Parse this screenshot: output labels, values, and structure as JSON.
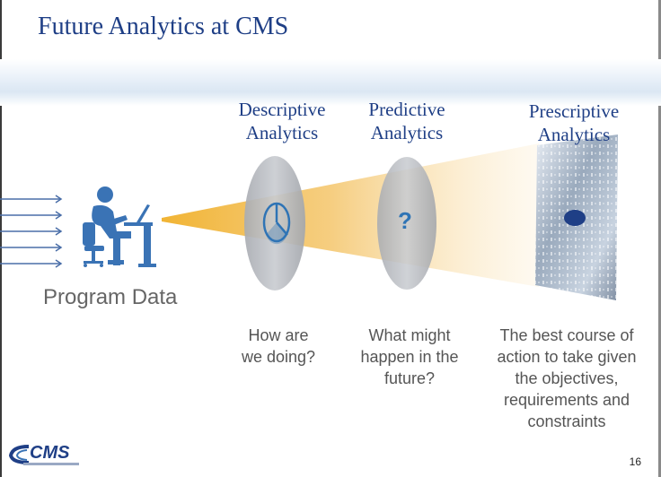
{
  "slide": {
    "title": "Future Analytics at CMS",
    "page_number": "16"
  },
  "stages": [
    {
      "heading_line1": "Descriptive",
      "heading_line2": "Analytics",
      "question_lines": [
        "How are",
        "we doing?"
      ],
      "icon": "pie-chart-icon"
    },
    {
      "heading_line1": "Predictive",
      "heading_line2": "Analytics",
      "question_lines": [
        "What might",
        "happen in the",
        "future?"
      ],
      "icon": "question-mark-icon",
      "icon_text": "?"
    },
    {
      "heading_line1": "Prescriptive",
      "heading_line2": "Analytics",
      "question_lines": [
        "The best course of",
        "action to take given",
        "the objectives,",
        "requirements and",
        "constraints"
      ],
      "icon": "target-dot-icon"
    }
  ],
  "source": {
    "label": "Program Data",
    "icon": "person-at-computer-icon"
  },
  "logo": {
    "text": "CMS"
  },
  "colors": {
    "title": "#1f3f86",
    "beam": "#f1b434",
    "lens": "#b9bcc2",
    "dot": "#1f3f86"
  }
}
